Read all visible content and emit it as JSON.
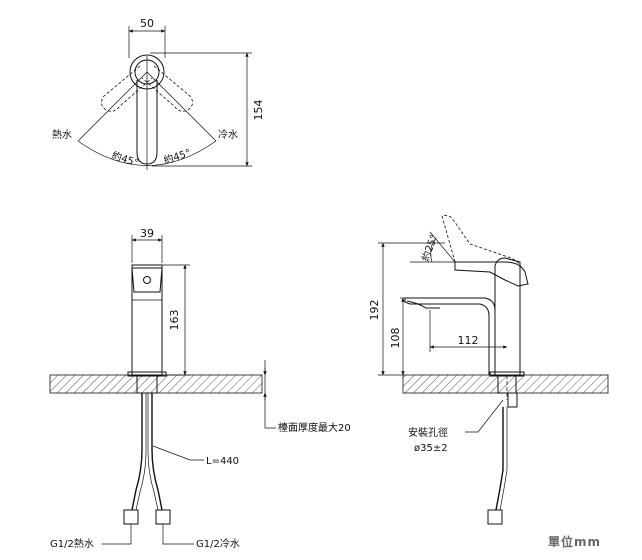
{
  "top_view": {
    "width_dim": "50",
    "depth_dim": "154",
    "hot_label": "熱水",
    "cold_label": "冷水",
    "angle_left": "約45°",
    "angle_right": "約45°"
  },
  "front_view": {
    "width_dim": "39",
    "height_dim": "163",
    "counter_label": "檯面厚度最大20",
    "hose_label": "L=440",
    "hot_conn_label": "G1/2熱水",
    "cold_conn_label": "G1/2冷水"
  },
  "side_view": {
    "angle_dim": "約25°",
    "total_height_dim": "192",
    "spout_height_dim": "108",
    "reach_dim": "112",
    "hole_label_1": "安裝孔徑",
    "hole_label_2": "ø35±2"
  },
  "unit_label": "單位mm"
}
